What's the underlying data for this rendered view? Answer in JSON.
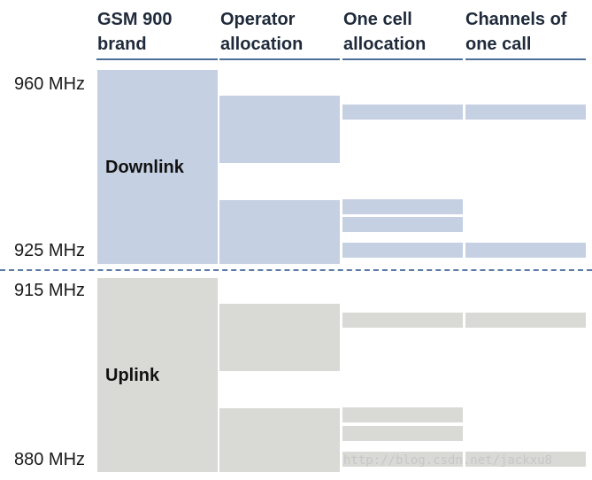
{
  "headers": {
    "brand": "GSM 900\nbrand",
    "operator": "Operator\nallocation",
    "cell": "One cell\nallocation",
    "call": "Channels of\none call"
  },
  "frequencies": {
    "f960": "960 MHz",
    "f925": "925 MHz",
    "f915": "915 MHz",
    "f880": "880 MHz"
  },
  "labels": {
    "downlink": "Downlink",
    "uplink": "Uplink"
  },
  "colors": {
    "downlink": "#c6d0e3",
    "uplink": "#d9d9d6",
    "header_rule": "#4e6f99"
  },
  "watermark": "http://blog.csdn.net/jackxu8"
}
